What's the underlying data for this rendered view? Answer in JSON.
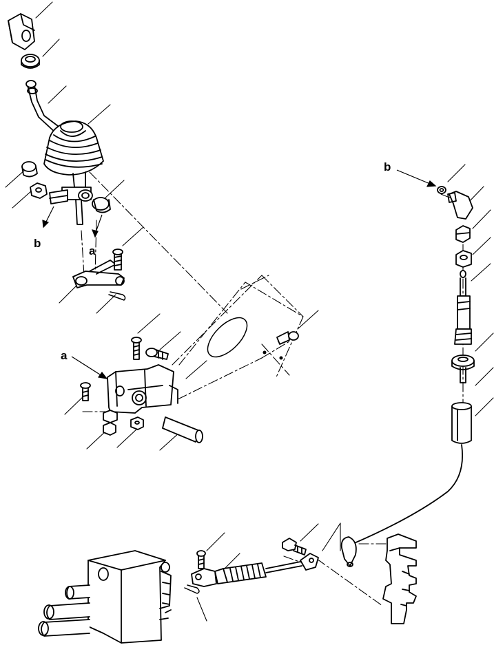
{
  "callouts": {
    "a_top": "a",
    "a_bracket": "a",
    "b_lever": "b",
    "b_cable": "b"
  },
  "colors": {
    "ink": "#000000",
    "paper": "#ffffff"
  }
}
